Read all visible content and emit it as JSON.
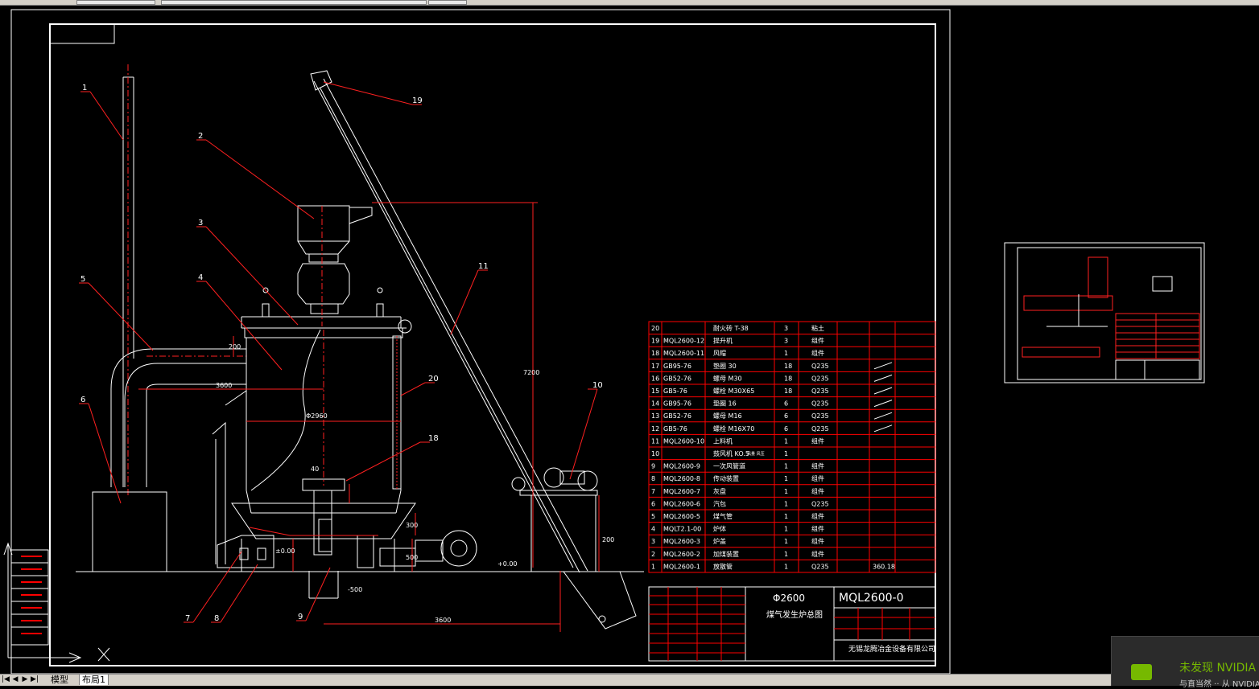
{
  "window": {
    "tabs": [
      "模型",
      "布局1"
    ],
    "active_tab": "布局1"
  },
  "balloons": [
    "1",
    "2",
    "3",
    "4",
    "5",
    "6",
    "7",
    "8",
    "9",
    "10",
    "11",
    "18",
    "19",
    "20"
  ],
  "dims": {
    "d1": "Φ2960",
    "d2": "3600",
    "d3": "3600",
    "d4": "200",
    "d5": "+0.00",
    "d6": "-500",
    "d7": "±0.00",
    "d8": "40",
    "d9": "300",
    "d10": "200",
    "d11": "500",
    "d12": "7200"
  },
  "parts_list": [
    {
      "no": "20",
      "code": "",
      "name": "耐火砖 T-38",
      "qty": "3",
      "mat": "粘土"
    },
    {
      "no": "19",
      "code": "MQL2600-12",
      "name": "提升机",
      "qty": "3",
      "mat": "组件"
    },
    {
      "no": "18",
      "code": "MQL2600-11",
      "name": "风帽",
      "qty": "1",
      "mat": "组件"
    },
    {
      "no": "17",
      "code": "GB95-76",
      "name": "垫圈 30",
      "qty": "18",
      "mat": "Q235"
    },
    {
      "no": "16",
      "code": "GB52-76",
      "name": "螺母 M30",
      "qty": "18",
      "mat": "Q235"
    },
    {
      "no": "15",
      "code": "GB5-76",
      "name": "螺栓 M30X65",
      "qty": "18",
      "mat": "Q235"
    },
    {
      "no": "14",
      "code": "GB95-76",
      "name": "垫圈 16",
      "qty": "6",
      "mat": "Q235"
    },
    {
      "no": "13",
      "code": "GB52-76",
      "name": "螺母 M16",
      "qty": "6",
      "mat": "Q235"
    },
    {
      "no": "12",
      "code": "GB5-76",
      "name": "螺栓 M16X70",
      "qty": "6",
      "mat": "Q235"
    },
    {
      "no": "11",
      "code": "MQL2600-10",
      "name": "上料机",
      "qty": "1",
      "mat": "组件"
    },
    {
      "no": "10",
      "code": "",
      "name": "鼓风机 KO.5",
      "qty": "1",
      "mat": ""
    },
    {
      "no": "9",
      "code": "MQL2600-9",
      "name": "一次风管道",
      "qty": "1",
      "mat": "组件"
    },
    {
      "no": "8",
      "code": "MQL2600-8",
      "name": "传动装置",
      "qty": "1",
      "mat": "组件"
    },
    {
      "no": "7",
      "code": "MQL2600-7",
      "name": "灰盘",
      "qty": "1",
      "mat": "组件"
    },
    {
      "no": "6",
      "code": "MQL2600-6",
      "name": "汽包",
      "qty": "1",
      "mat": "Q235"
    },
    {
      "no": "5",
      "code": "MQL2600-5",
      "name": "煤气管",
      "qty": "1",
      "mat": "组件"
    },
    {
      "no": "4",
      "code": "MQLT2.1-00",
      "name": "炉体",
      "qty": "1",
      "mat": "组件"
    },
    {
      "no": "3",
      "code": "MQL2600-3",
      "name": "炉盖",
      "qty": "1",
      "mat": "组件"
    },
    {
      "no": "2",
      "code": "MQL2600-2",
      "name": "加煤装置",
      "qty": "1",
      "mat": "组件"
    },
    {
      "no": "1",
      "code": "MQL2600-1",
      "name": "放散管",
      "qty": "1",
      "mat": "Q235"
    }
  ],
  "parts_extra": {
    "fan_note": "风量 风压",
    "total_weight": "360.18"
  },
  "title_block": {
    "product": "Φ2600",
    "drawing_name": "煤气发生炉总图",
    "drawing_no": "MQL2600-0",
    "company": "无锡龙腾冶金设备有限公司"
  },
  "notification": {
    "title": "未发现 NVIDIA",
    "subtitle": "与直当然 ·· 从 NVIDIA"
  },
  "colors": {
    "background": "#000000",
    "line": "#ffffff",
    "leader": "#ff2020",
    "table": "#ff0000"
  }
}
